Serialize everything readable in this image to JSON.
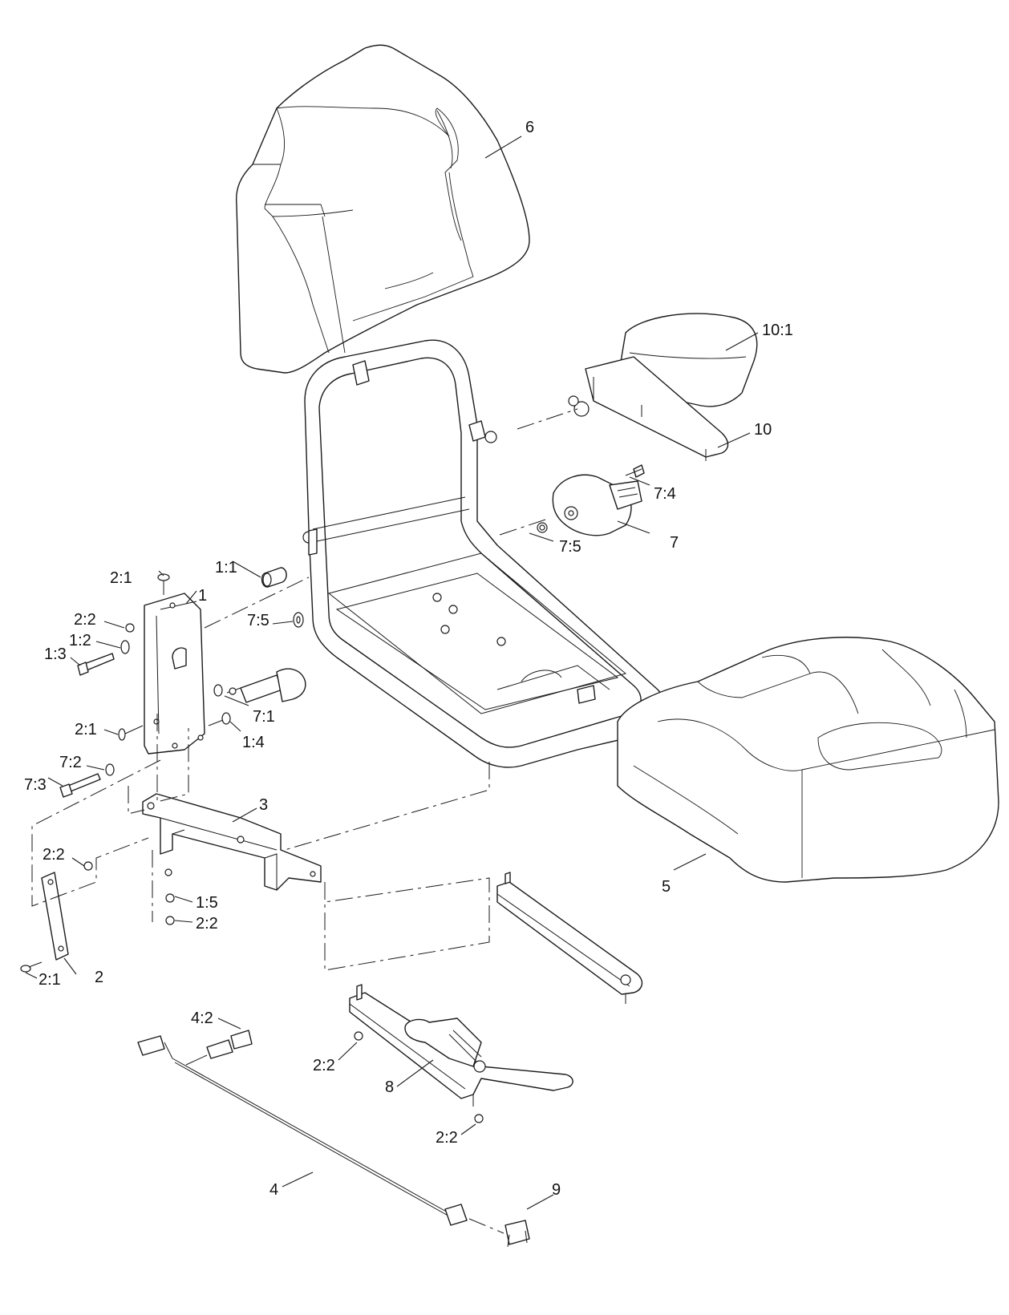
{
  "callouts": {
    "c6": "6",
    "c10_1": "10:1",
    "c10": "10",
    "c7_4": "7:4",
    "c7": "7",
    "c7_5a": "7:5",
    "c1_1": "1:1",
    "c2_1a": "2:1",
    "c1": "1",
    "c2_2a": "2:2",
    "c1_2": "1:2",
    "c1_3": "1:3",
    "c7_5b": "7:5",
    "c7_1": "7:1",
    "c2_1b": "2:1",
    "c1_4": "1:4",
    "c7_2": "7:2",
    "c7_3": "7:3",
    "c3": "3",
    "c5": "5",
    "c2_2b": "2:2",
    "c1_5": "1:5",
    "c2_2c": "2:2",
    "c2_1c": "2:1",
    "c2": "2",
    "c4_2": "4:2",
    "c2_2d": "2:2",
    "c8": "8",
    "c2_2e": "2:2",
    "c4": "4",
    "c9": "9"
  }
}
